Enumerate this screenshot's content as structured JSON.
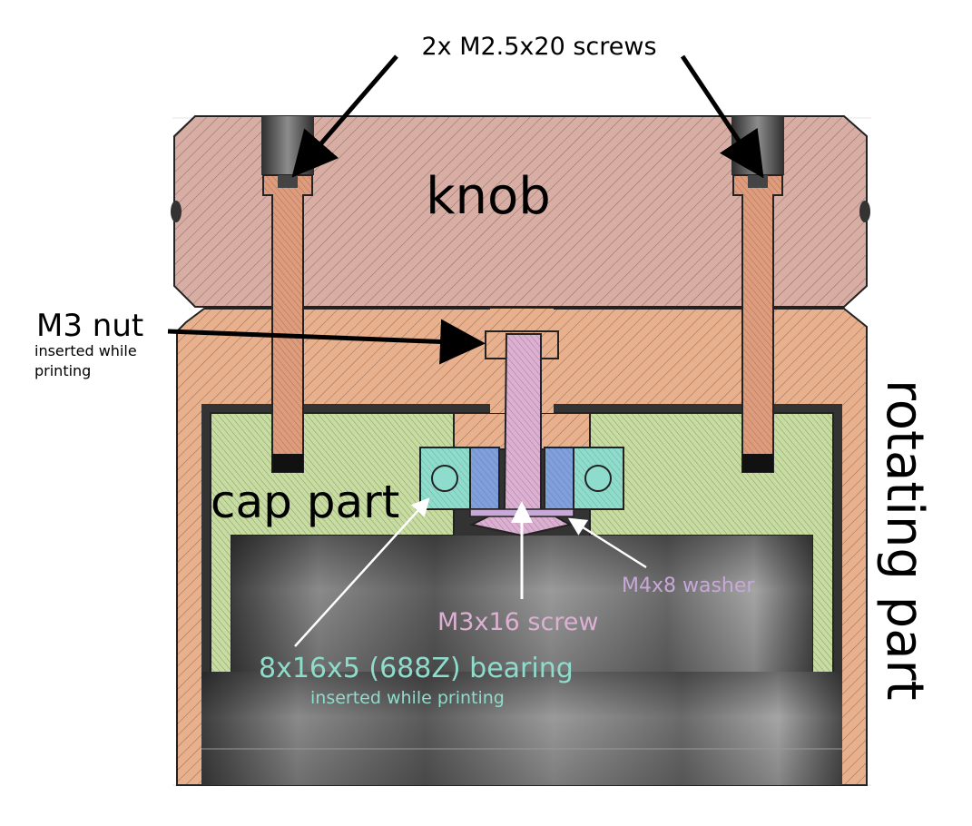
{
  "labels": {
    "screws": "2x M2.5x20 screws",
    "knob": "knob",
    "nut": "M3 nut",
    "nut_note_1": "inserted while",
    "nut_note_2": "printing",
    "cap": "cap part",
    "rotating": "rotating part",
    "washer": "M4x8 washer",
    "screw": "M3x16 screw",
    "bearing": "8x16x5 (688Z) bearing",
    "bearing_note": "inserted while printing"
  },
  "colors": {
    "knob": "#d8aea4",
    "rotating": "#e8b08c",
    "cap": "#c6dca0",
    "screws": "#df9c7c",
    "m3_screw": "#dcb0d2",
    "bearing": "#8edccc",
    "bearing_inner": "#7fa0dc",
    "bearing_label": "#8edccc",
    "screw_label": "#dcb0d2",
    "washer_label": "#c8a8d8"
  }
}
